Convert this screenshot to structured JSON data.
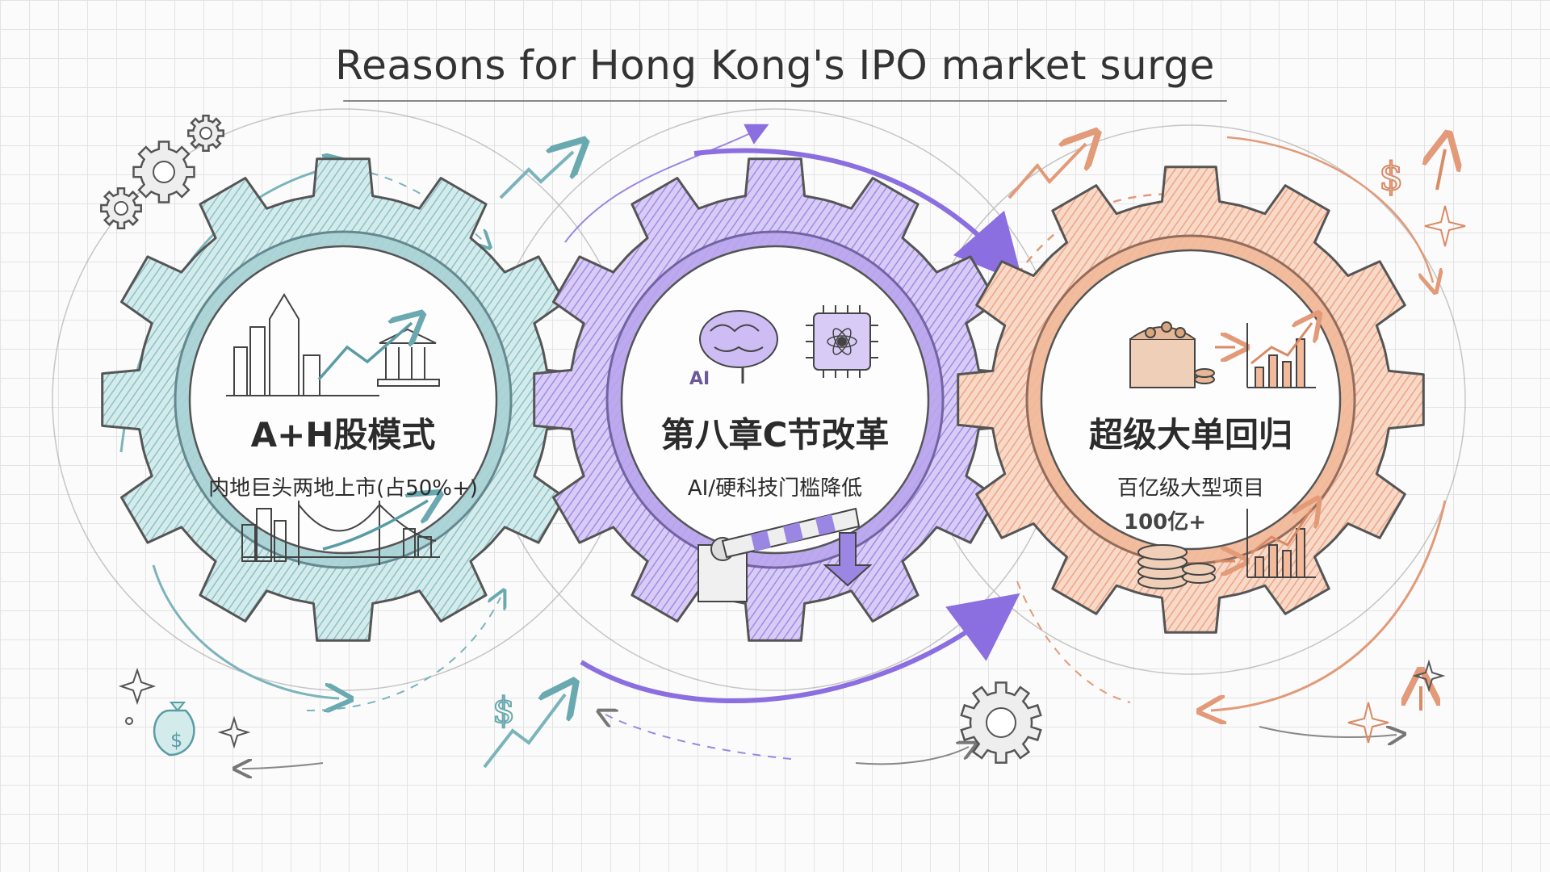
{
  "title": "Reasons for Hong Kong's IPO market surge",
  "gears": [
    {
      "main": "A+H股模式",
      "sub": "内地巨头两地上市(占50%+)",
      "color": "#a9d3d6",
      "stroke": "#5c7f86"
    },
    {
      "main": "第八章C节改革",
      "sub": "AI/硬科技门槛降低",
      "color": "#b9a6ee",
      "stroke": "#6a5a9a",
      "icon_label": "AI"
    },
    {
      "main": "超级大单回归",
      "sub": "百亿级大型项目",
      "color": "#f2b99a",
      "stroke": "#8a6352",
      "icon_label": "100亿+"
    }
  ],
  "icons": {
    "gear1_top": [
      "skyline-icon",
      "bank-building-icon",
      "trend-up-icon"
    ],
    "gear1_bottom": [
      "bridge-skyline-icon",
      "trend-up-icon"
    ],
    "gear2_top": [
      "brain-icon",
      "chip-icon"
    ],
    "gear2_bottom": [
      "barrier-gate-icon",
      "down-arrow-icon"
    ],
    "gear3_top": [
      "treasure-chest-icon",
      "bar-chart-icon"
    ],
    "gear3_bottom": [
      "coin-stack-icon",
      "bar-chart-icon"
    ],
    "decor": [
      "small-gear-icon",
      "dollar-icon",
      "money-bag-icon",
      "sparkle-icon"
    ]
  },
  "symbols": {
    "dollar": "$"
  }
}
